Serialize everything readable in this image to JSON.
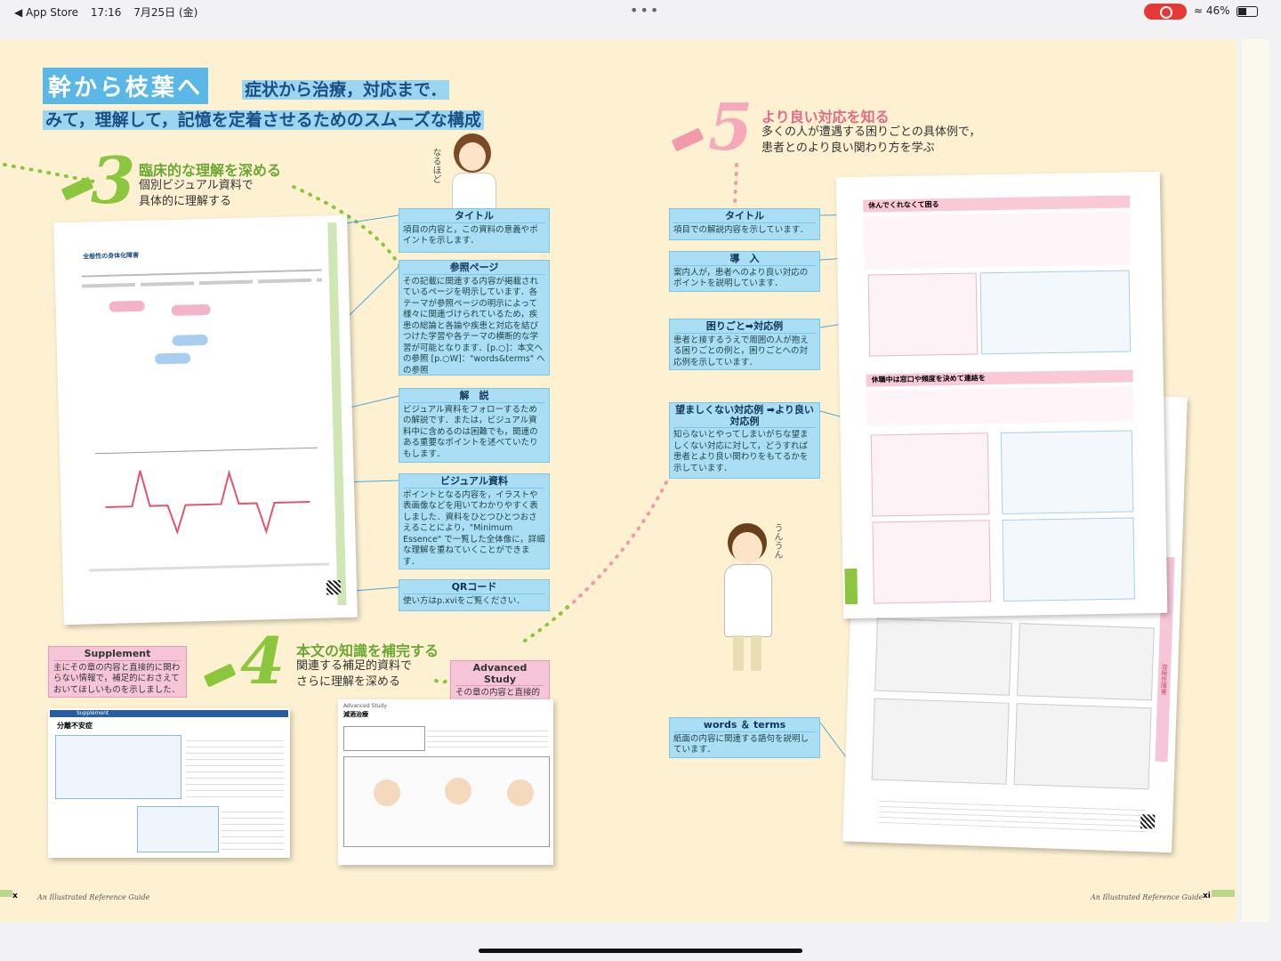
{
  "status": {
    "app_back": "◀ App Store",
    "time": "17:16",
    "date": "7月25日 (金)",
    "more": "•••",
    "battery_text": "46%"
  },
  "headline": {
    "line1": "幹から枝葉へ",
    "line2": "症状から治療，対応まで．",
    "line3": "みて，理解して，記憶を定着させるためのスムーズな構成"
  },
  "section3": {
    "num": "3",
    "title": "臨床的な理解を深める",
    "sub1": "個別ビジュアル資料で",
    "sub2": "具体的に理解する"
  },
  "section4": {
    "num": "4",
    "title": "本文の知識を補完する",
    "sub1": "関連する補足的資料で",
    "sub2": "さらに理解を深める"
  },
  "section5": {
    "num": "5",
    "title": "より良い対応を知る",
    "sub1": "多くの人が遭遇する困りごとの具体例で，",
    "sub2": "患者とのより良い関わり方を学ぶ"
  },
  "character_words": {
    "naruhodo": "なるほど",
    "unun": "うんうん"
  },
  "left_callouts": [
    {
      "title": "タイトル",
      "body": "項目の内容と，この資料の意義やポイントを示します．"
    },
    {
      "title": "参照ページ",
      "body": "その記載に関連する内容が掲載されているページを明示しています．各テーマが参照ページの明示によって様々に関連づけられているため，疾患の総論と各論や疾患と対応を結びつけた学習や各テーマの横断的な学習が可能となります．[p.○]：本文への参照 [p.○W]：\"words&terms\" への参照"
    },
    {
      "title": "解　説",
      "body": "ビジュアル資料をフォローするための解説です．または，ビジュアル資料中に含めるのは困難でも，関連のある重要なポイントを述べていたりもします．"
    },
    {
      "title": "ビジュアル資料",
      "body": "ポイントとなる内容を，イラストや表画像などを用いてわかりやすく表しました．資料をひとつひとつおさえることにより，\"Minimum Essence\" で一覧した全体像に，詳細な理解を重ねていくことができます．"
    },
    {
      "title": "QRコード",
      "body": "使い方はp.xviをご覧ください．"
    }
  ],
  "right_callouts": [
    {
      "title": "タイトル",
      "body": "項目での解説内容を示しています．"
    },
    {
      "title": "導　入",
      "body": "案内人が，患者へのより良い対応のポイントを説明しています．"
    },
    {
      "title": "困りごと➡対応例",
      "body": "患者と接するうえで周囲の人が抱える困りごとの例と，困りごとへの対応例を示しています．"
    },
    {
      "title": "望ましくない対応例 ➡より良い対応例",
      "body": "知らないとやってしまいがちな望ましくない対応に対して，どうすれば患者とより良い関わりをもてるかを示しています．"
    },
    {
      "title": "words ＆ terms",
      "body": "紙面の内容に関連する語句を説明しています．"
    }
  ],
  "supplement": {
    "title": "Supplement",
    "body": "主にその章の内容と直接的に関わらない情報で，補足的におさえておいてほしいものを示しました．"
  },
  "advanced": {
    "title": "Advanced Study",
    "body": "その章の内容と直接的に関わる情報で，初学者向けではない発展的な情報を示しました．"
  },
  "mini_docs": {
    "left_page_heading": "全般性の身体化障害",
    "supplement_heading": "Supplement",
    "supplement_title": "分離不安症",
    "advanced_heading": "Advanced Study",
    "advanced_title": "減酒治療",
    "right_top_title": "休んでくれなくて困る",
    "right_mid_title": "休職中は窓口や頻度を決めて連絡を",
    "side_tab": "双極性障害"
  },
  "footer": {
    "left_num": "x",
    "left_text": "An Illustrated Reference Guide",
    "right_text": "An Illustrated Reference Guide",
    "right_num": "xi"
  },
  "colors": {
    "page_bg": "#fdf1d2",
    "callout_blue": "#a9def5",
    "pink": "#f6c6d8",
    "green": "#8cc63f",
    "orange_pink": "#f29aa9"
  }
}
